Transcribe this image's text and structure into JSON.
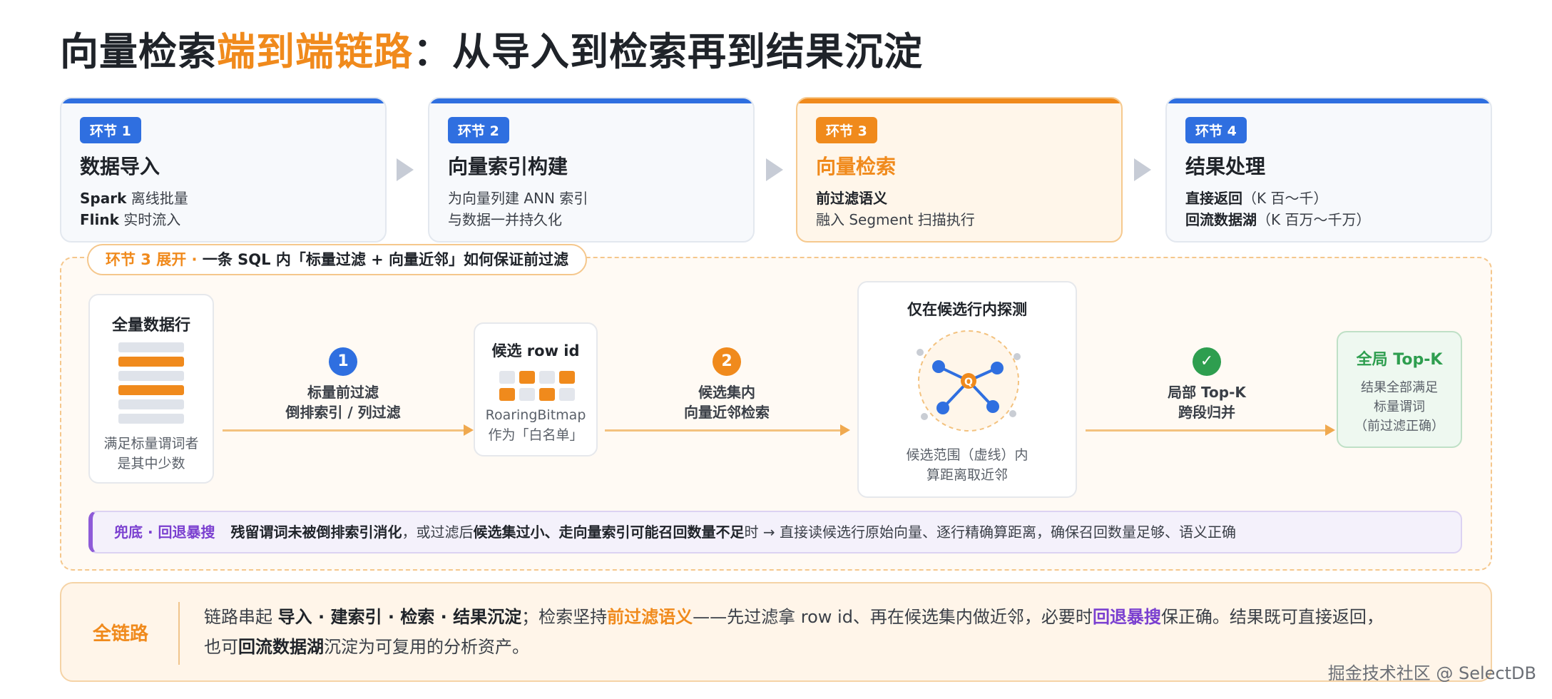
{
  "title": {
    "part1": "向量检索",
    "highlight": "端到端链路",
    "part2": "：从导入到检索再到结果沉淀"
  },
  "stages": [
    {
      "badge": "环节 1",
      "name": "数据导入",
      "line1_bold": "Spark",
      "line1_rest": " 离线批量",
      "line2_bold": "Flink",
      "line2_rest": " 实时流入"
    },
    {
      "badge": "环节 2",
      "name": "向量索引构建",
      "line1_bold": "",
      "line1_rest": "为向量列建 ANN 索引",
      "line2_bold": "",
      "line2_rest": "与数据一并持久化"
    },
    {
      "badge": "环节 3",
      "name": "向量检索",
      "line1_bold": "前过滤语义",
      "line1_rest": "",
      "line2_bold": "",
      "line2_rest": "融入 Segment 扫描执行"
    },
    {
      "badge": "环节 4",
      "name": "结果处理",
      "line1_bold": "直接返回",
      "line1_rest": "（K 百～千）",
      "line2_bold": "回流数据湖",
      "line2_rest": "（K 百万～千万）"
    }
  ],
  "expand": {
    "tag_orange": "环节 3 展开 ·",
    "tag_rest": " 一条 SQL 内「标量过滤 + 向量近邻」如何保证前过滤"
  },
  "flow": {
    "all_rows": {
      "title": "全量数据行",
      "cap1": "满足标量谓词者",
      "cap2": "是其中少数"
    },
    "step1": {
      "num": "1",
      "l1": "标量前过滤",
      "l2": "倒排索引 / 列过滤"
    },
    "candidates": {
      "title": "候选 row id",
      "cap1": "RoaringBitmap",
      "cap2": "作为「白名单」"
    },
    "step2": {
      "num": "2",
      "l1": "候选集内",
      "l2": "向量近邻检索"
    },
    "probe": {
      "title": "仅在候选行内探测",
      "center": "Q",
      "cap1": "候选范围（虚线）内",
      "cap2": "算距离取近邻"
    },
    "step3": {
      "num": "✓",
      "l1": "局部 Top-K",
      "l2": "跨段归并"
    },
    "final": {
      "title": "全局 Top-K",
      "cap1": "结果全部满足",
      "cap2": "标量谓词",
      "cap3": "（前过滤正确）"
    }
  },
  "fallback": {
    "tag": "兜底 · 回退暴搜",
    "b1": "残留谓词未被倒排索引消化",
    "t1": "，或过滤后",
    "b2": "候选集过小、走向量索引可能召回数量不足",
    "t2": "时 → 直接读候选行原始向量、逐行精确算距离，确保召回数量足够、语义正确"
  },
  "summary": {
    "tag": "全链路",
    "l1a": "链路串起 ",
    "l1b": "导入 · 建索引 · 检索 · 结果沉淀",
    "l1c": "；检索坚持",
    "l1d": "前过滤语义",
    "l1e": "——先过滤拿 row id、再在候选集内做近邻，必要时",
    "l1f": "回退暴搜",
    "l1g": "保正确。结果既可直接返回，",
    "l2a": "也可",
    "l2b": "回流数据湖",
    "l2c": "沉淀为可复用的分析资产。"
  },
  "watermark": "掘金技术社区 @ SelectDB",
  "colors": {
    "blue": "#2f6fe0",
    "orange": "#f08a1c",
    "green": "#2e9e4f",
    "purple": "#7a3fd0"
  }
}
